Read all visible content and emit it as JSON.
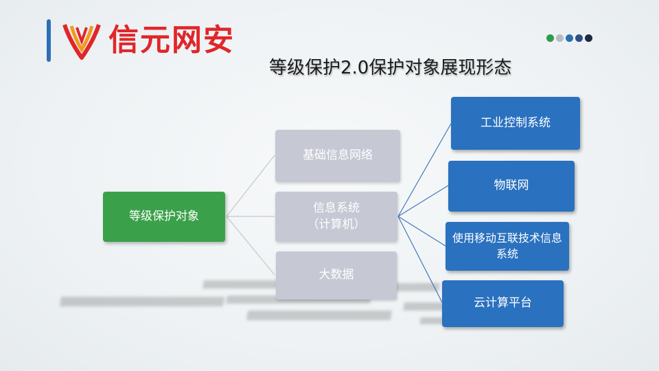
{
  "header": {
    "logo_text": "信元网安",
    "title": "等级保护2.0保护对象展现形态"
  },
  "colors": {
    "brand_red": "#e0262a",
    "root_green": "#3aa14a",
    "mid_gray": "#c6c8d4",
    "leaf_blue": "#2a71bf",
    "dots": [
      "#2e9c4b",
      "#b6bcc6",
      "#2b6fb3",
      "#2f4e84",
      "#1d2a44"
    ]
  },
  "diagram": {
    "root": "等级保护对象",
    "middle": [
      {
        "label": "基础信息网络"
      },
      {
        "label": "信息系统",
        "sub": "（计算机）"
      },
      {
        "label": "大数据"
      }
    ],
    "leaves": [
      "工业控制系统",
      "物联网",
      "使用移动互联技术信息系统",
      "云计算平台"
    ]
  }
}
